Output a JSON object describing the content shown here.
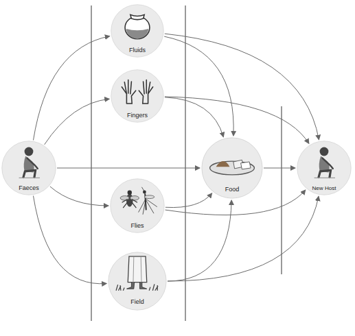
{
  "diagram": {
    "nodes": [
      {
        "text": [
          "Faeces"
        ]
      },
      {
        "text": [
          "Fluids"
        ]
      },
      {
        "text": [
          "Fingers"
        ]
      },
      {
        "text": [
          "Flies"
        ]
      },
      {
        "text": [
          "Field"
        ]
      },
      {
        "text": [
          "Food"
        ]
      },
      {
        "text": [
          "New Host"
        ]
      }
    ],
    "edges": [
      {
        "from": 0,
        "to": 1,
        "arrow": "to"
      },
      {
        "from": 0,
        "to": 2,
        "arrow": "to"
      },
      {
        "from": 0,
        "to": 5,
        "arrow": "to"
      },
      {
        "from": 0,
        "to": 3,
        "arrow": "to"
      },
      {
        "from": 0,
        "to": 4,
        "arrow": "to"
      },
      {
        "from": 1,
        "to": 5,
        "arrow": "to"
      },
      {
        "from": 1,
        "to": 6,
        "arrow": "to"
      },
      {
        "from": 2,
        "to": 5,
        "arrow": "to"
      },
      {
        "from": 2,
        "to": 6,
        "arrow": "to"
      },
      {
        "from": 3,
        "to": 5,
        "arrow": "to"
      },
      {
        "from": 3,
        "to": 6,
        "arrow": "to"
      },
      {
        "from": 4,
        "to": 5,
        "arrow": "to"
      },
      {
        "from": 4,
        "to": 6,
        "arrow": "to"
      },
      {
        "from": 5,
        "to": 6,
        "arrow": "to"
      }
    ]
  }
}
